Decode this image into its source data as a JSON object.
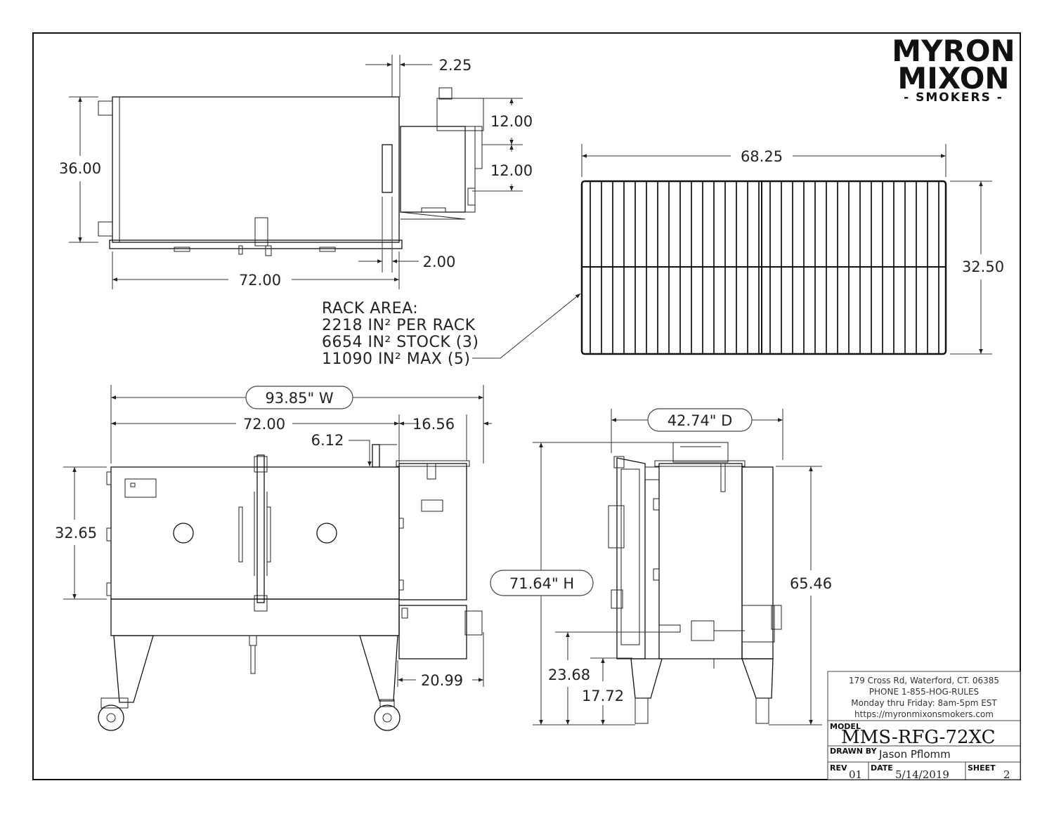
{
  "logo": {
    "line1": "MYRON",
    "line2": "MIXON",
    "line3": "- SMOKERS -"
  },
  "top_view": {
    "dim_stack_offset": "2.25",
    "dim_upper": "12.00",
    "dim_lower": "12.00",
    "dim_height": "36.00",
    "dim_side_offset": "2.00",
    "dim_length": "72.00"
  },
  "rack_view": {
    "dim_width": "68.25",
    "dim_depth": "32.50"
  },
  "rack_note": {
    "title": "RACK AREA:",
    "line1": "2218 IN² PER RACK",
    "line2": "6654 IN² STOCK (3)",
    "line3": "11090 IN² MAX (5)"
  },
  "front_view": {
    "overall_width": "93.85\" W",
    "body_length": "72.00",
    "firebox_width": "16.56",
    "stack_offset": "6.12",
    "body_height": "32.65",
    "lower_width": "20.99"
  },
  "side_view": {
    "overall_depth": "42.74\" D",
    "overall_height": "71.64\" H",
    "height_b": "65.46",
    "height_c": "23.68",
    "height_d": "17.72"
  },
  "title_block": {
    "address": "179 Cross Rd, Waterford, CT. 06385",
    "phone": "PHONE 1-855-HOG-RULES",
    "hours": "Monday thru Friday: 8am-5pm EST",
    "website": "https://myronmixonsmokers.com",
    "model_label": "MODEL",
    "model": "MMS-RFG-72XC",
    "drawn_label": "DRAWN BY",
    "drawn_by": "Jason Pflomm",
    "rev_label": "REV",
    "rev": "01",
    "date_label": "DATE",
    "date": "5/14/2019",
    "sheet_label": "SHEET",
    "sheet": "2"
  }
}
